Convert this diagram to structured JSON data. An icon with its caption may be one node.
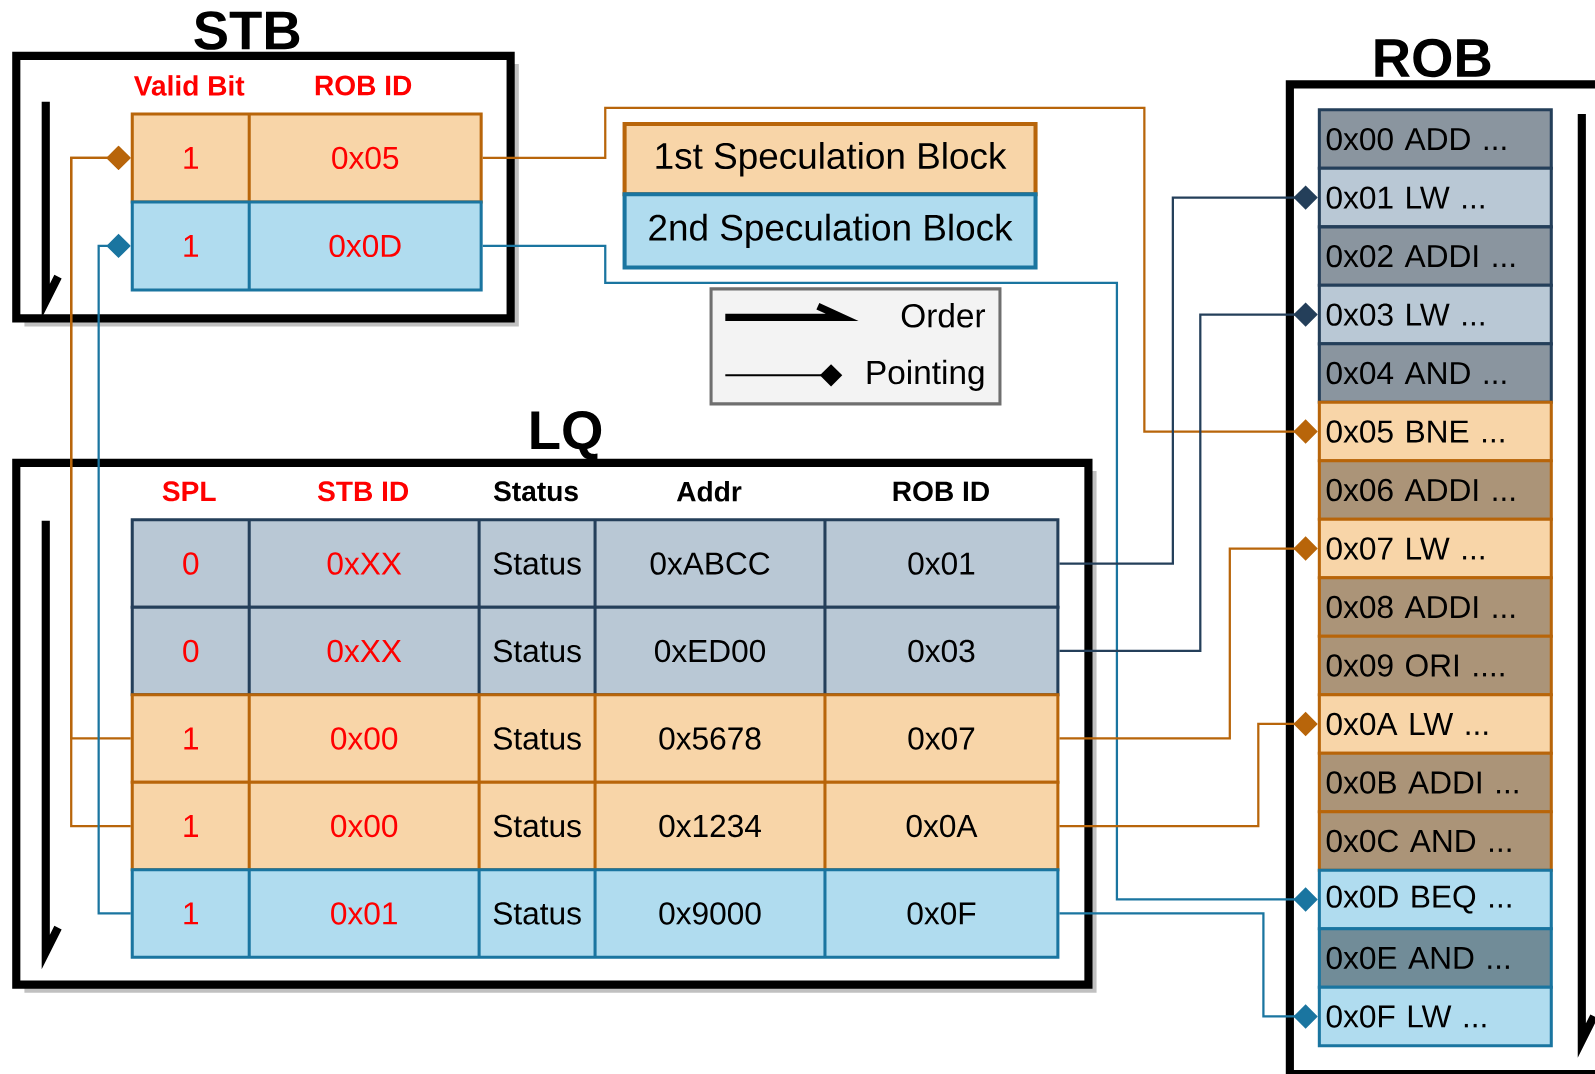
{
  "diagram": {
    "nodes": [
      {
        "text": [
          "STB"
        ]
      },
      {
        "text": [
          "1",
          "0x05"
        ],
        "in": 0
      },
      {
        "text": [
          "1",
          "0x0D"
        ],
        "in": 0
      },
      {
        "text": [
          "1st Speculation Block"
        ]
      },
      {
        "text": [
          "2nd Speculation Block"
        ]
      },
      {
        "text": [
          "LQ"
        ]
      },
      {
        "text": [
          "0",
          "0xXX",
          "Status",
          "0xABCC",
          "0x01"
        ],
        "in": 5
      },
      {
        "text": [
          "0",
          "0xXX",
          "Status",
          "0xED00",
          "0x03"
        ],
        "in": 5
      },
      {
        "text": [
          "1",
          "0x00",
          "Status",
          "0x5678",
          "0x07"
        ],
        "in": 5
      },
      {
        "text": [
          "1",
          "0x00",
          "Status",
          "0x1234",
          "0x0A"
        ],
        "in": 5
      },
      {
        "text": [
          "1",
          "0x01",
          "Status",
          "0x9000",
          "0x0F"
        ],
        "in": 5
      },
      {
        "text": [
          "ROB"
        ]
      },
      {
        "text": [
          "0x00 ADD ..."
        ],
        "in": 11
      },
      {
        "text": [
          "0x01 LW ..."
        ],
        "in": 11
      },
      {
        "text": [
          "0x02 ADDI ..."
        ],
        "in": 11
      },
      {
        "text": [
          "0x03 LW ..."
        ],
        "in": 11
      },
      {
        "text": [
          "0x04 AND ..."
        ],
        "in": 11
      },
      {
        "text": [
          "0x05 BNE ..."
        ],
        "in": 11
      },
      {
        "text": [
          "0x06 ADDI ..."
        ],
        "in": 11
      },
      {
        "text": [
          "0x07 LW ..."
        ],
        "in": 11
      },
      {
        "text": [
          "0x08 ADDI ..."
        ],
        "in": 11
      },
      {
        "text": [
          "0x09 ORI ...."
        ],
        "in": 11
      },
      {
        "text": [
          "0x0A LW ..."
        ],
        "in": 11
      },
      {
        "text": [
          "0x0B ADDI ..."
        ],
        "in": 11
      },
      {
        "text": [
          "0x0C AND ..."
        ],
        "in": 11
      },
      {
        "text": [
          "0x0D BEQ ..."
        ],
        "in": 11
      },
      {
        "text": [
          "0x0E AND ..."
        ],
        "in": 11
      },
      {
        "text": [
          "0x0F LW ..."
        ],
        "in": 11
      }
    ],
    "edges": [
      {
        "from": 1,
        "to": 17,
        "arrow": "other",
        "color": "#b8650a"
      },
      {
        "from": 2,
        "to": 25,
        "arrow": "other",
        "color": "#1a75a0"
      },
      {
        "from": 6,
        "to": 13,
        "arrow": "other",
        "color": "#243f5a"
      },
      {
        "from": 7,
        "to": 15,
        "arrow": "other",
        "color": "#243f5a"
      },
      {
        "from": 8,
        "to": 19,
        "arrow": "other",
        "color": "#b8650a"
      },
      {
        "from": 9,
        "to": 22,
        "arrow": "other",
        "color": "#b8650a"
      },
      {
        "from": 10,
        "to": 27,
        "arrow": "other",
        "color": "#1a75a0"
      },
      {
        "from": 8,
        "to": 1,
        "arrow": "other",
        "color": "#b8650a"
      },
      {
        "from": 9,
        "to": 1,
        "arrow": "other",
        "color": "#b8650a"
      },
      {
        "from": 10,
        "to": 2,
        "arrow": "other",
        "color": "#1a75a0"
      }
    ],
    "labels": [
      "Valid Bit",
      "ROB ID",
      "SPL",
      "STB ID",
      "Status",
      "Addr",
      "ROB ID"
    ],
    "legend": [
      {
        "text": "Order"
      },
      {
        "text": "Pointing"
      }
    ]
  }
}
